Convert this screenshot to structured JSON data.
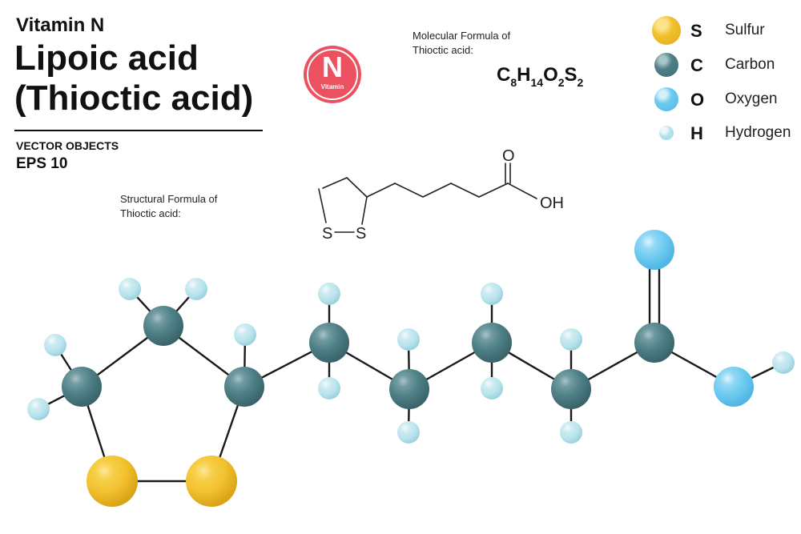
{
  "header": {
    "subtitle": "Vitamin N",
    "title_line1": "Lipoic acid",
    "title_line2": "(Thioctic acid)",
    "vector_label": "VECTOR OBJECTS",
    "eps_label": "EPS 10"
  },
  "badge": {
    "letter": "N",
    "caption": "Vitamin",
    "color": "#ec5160"
  },
  "molecular_formula": {
    "caption_line1": "Molecular Formula of",
    "caption_line2": "Thioctic acid:",
    "parts": [
      {
        "el": "C",
        "n": "8"
      },
      {
        "el": "H",
        "n": "14"
      },
      {
        "el": "O",
        "n": "2"
      },
      {
        "el": "S",
        "n": "2"
      }
    ]
  },
  "structural_formula": {
    "caption_line1": "Structural  Formula of",
    "caption_line2": "Thioctic acid:",
    "label_s1": "S",
    "label_s2": "S",
    "label_o": "O",
    "label_oh": "OH"
  },
  "legend": [
    {
      "symbol": "S",
      "name": "Sulfur",
      "color": "#f2c12e"
    },
    {
      "symbol": "C",
      "name": "Carbon",
      "color": "#4f8087"
    },
    {
      "symbol": "O",
      "name": "Oxygen",
      "color": "#6ccaf0"
    },
    {
      "symbol": "H",
      "name": "Hydrogen",
      "color": "#b7e3ec"
    }
  ]
}
